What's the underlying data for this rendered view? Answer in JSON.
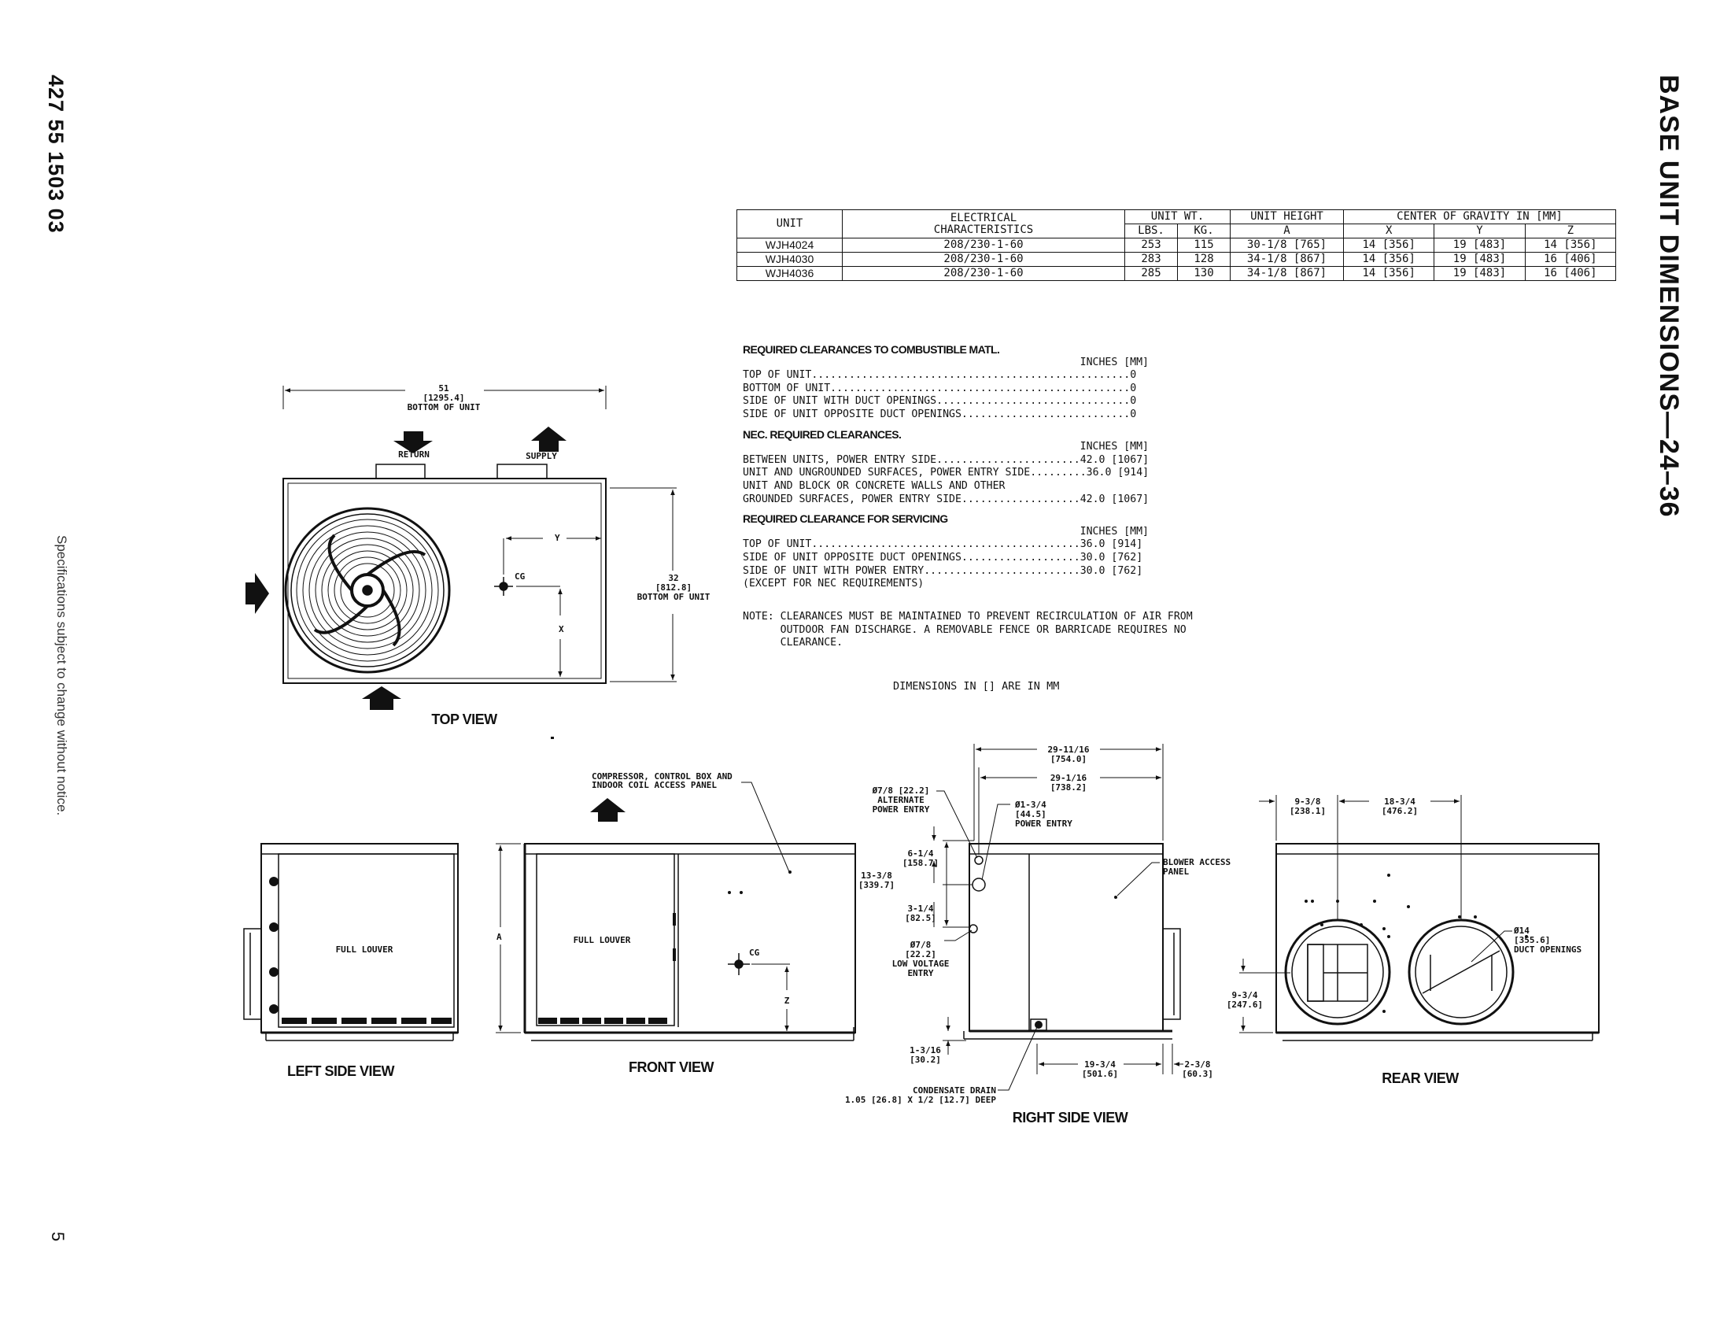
{
  "header": {
    "doc_number": "427 55 1503 03",
    "side_note": "Specifications subject to change without notice.",
    "page_number": "5",
    "title": "BASE UNIT DIMENSIONS—24–36"
  },
  "spec_table": {
    "headers": {
      "unit": "UNIT",
      "electrical_1": "ELECTRICAL",
      "electrical_2": "CHARACTERISTICS",
      "unit_wt": "UNIT WT.",
      "lbs": "LBS.",
      "kg": "KG.",
      "unit_height": "UNIT HEIGHT",
      "a": "A",
      "cog": "CENTER OF GRAVITY IN [MM]",
      "x": "X",
      "y": "Y",
      "z": "Z"
    },
    "rows": [
      {
        "unit": "WJH4024",
        "elec": "208/230-1-60",
        "lbs": "253",
        "kg": "115",
        "height": "30-1/8 [765]",
        "x": "14 [356]",
        "y": "19 [483]",
        "z": "14 [356]"
      },
      {
        "unit": "WJH4030",
        "elec": "208/230-1-60",
        "lbs": "283",
        "kg": "128",
        "height": "34-1/8 [867]",
        "x": "14 [356]",
        "y": "19 [483]",
        "z": "16 [406]"
      },
      {
        "unit": "WJH4036",
        "elec": "208/230-1-60",
        "lbs": "285",
        "kg": "130",
        "height": "34-1/8 [867]",
        "x": "14 [356]",
        "y": "19 [483]",
        "z": "16 [406]"
      }
    ]
  },
  "clearances": {
    "combustible": {
      "heading": "REQUIRED CLEARANCES TO COMBUSTIBLE MATL.",
      "units": "INCHES [MM]",
      "lines": [
        "TOP OF UNIT...................................................0",
        "BOTTOM OF UNIT................................................0",
        "SIDE OF UNIT WITH DUCT OPENINGS...............................0",
        "SIDE OF UNIT OPPOSITE DUCT OPENINGS...........................0"
      ]
    },
    "nec": {
      "heading": "NEC. REQUIRED CLEARANCES.",
      "units": "INCHES [MM]",
      "lines": [
        "BETWEEN UNITS, POWER ENTRY SIDE.......................42.0 [1067]",
        "UNIT AND UNGROUNDED SURFACES, POWER ENTRY SIDE.........36.0 [914]",
        "UNIT AND BLOCK OR CONCRETE WALLS AND OTHER",
        "GROUNDED SURFACES, POWER ENTRY SIDE...................42.0 [1067]"
      ]
    },
    "servicing": {
      "heading": "REQUIRED CLEARANCE FOR SERVICING",
      "units": "INCHES [MM]",
      "lines": [
        "TOP OF UNIT...........................................36.0 [914]",
        "SIDE OF UNIT OPPOSITE DUCT OPENINGS...................30.0 [762]",
        "SIDE OF UNIT WITH POWER ENTRY.........................30.0 [762]",
        "(EXCEPT FOR NEC REQUIREMENTS)"
      ]
    },
    "note": "NOTE: CLEARANCES MUST BE MAINTAINED TO PREVENT RECIRCULATION OF AIR FROM\n      OUTDOOR FAN DISCHARGE. A REMOVABLE FENCE OR BARRICADE REQUIRES NO\n      CLEARANCE.",
    "dims_note": "DIMENSIONS IN [] ARE IN MM"
  },
  "top_view": {
    "label": "TOP VIEW",
    "width_dim": "51",
    "width_dim_mm": "[1295.4]",
    "width_dim_note": "BOTTOM OF UNIT",
    "depth_dim": "32",
    "depth_dim_mm": "[812.8]",
    "depth_dim_note": "BOTTOM OF UNIT",
    "return_label": "RETURN",
    "supply_label": "SUPPLY",
    "cg_label": "CG",
    "x_label": "X",
    "y_label": "Y"
  },
  "left_view": {
    "label": "LEFT SIDE VIEW",
    "louver": "FULL LOUVER"
  },
  "front_view": {
    "label": "FRONT VIEW",
    "louver": "FULL LOUVER",
    "access_note_1": "COMPRESSOR, CONTROL BOX AND",
    "access_note_2": "INDOOR COIL ACCESS PANEL",
    "cg_label": "CG",
    "a_label": "A",
    "z_label": "Z"
  },
  "right_view": {
    "label": "RIGHT SIDE VIEW",
    "dim_top1": "29-11/16",
    "dim_top1_mm": "[754.0]",
    "dim_top2": "29-1/16",
    "dim_top2_mm": "[738.2]",
    "alt_power_1": "Ø7/8 [22.2]",
    "alt_power_2": "ALTERNATE",
    "alt_power_3": "POWER ENTRY",
    "power_1": "Ø1-3/4",
    "power_2": "[44.5]",
    "power_3": "POWER ENTRY",
    "dim_614": "6-1/4",
    "dim_614_mm": "[158.7]",
    "dim_1338": "13-3/8",
    "dim_1338_mm": "[339.7]",
    "dim_314": "3-1/4",
    "dim_314_mm": "[82.5]",
    "lv_1": "Ø7/8",
    "lv_2": "[22.2]",
    "lv_3": "LOW VOLTAGE",
    "lv_4": "ENTRY",
    "blower_1": "BLOWER ACCESS",
    "blower_2": "PANEL",
    "dim_1316": "1-3/16",
    "dim_1316_mm": "[30.2]",
    "dim_1934": "19-3/4",
    "dim_1934_mm": "[501.6]",
    "dim_238": "2-3/8",
    "dim_238_mm": "[60.3]",
    "drain_1": "CONDENSATE DRAIN",
    "drain_2": "1.05 [26.8] X 1/2 [12.7] DEEP"
  },
  "rear_view": {
    "label": "REAR VIEW",
    "dim_938": "9-3/8",
    "dim_938_mm": "[238.1]",
    "dim_1834": "18-3/4",
    "dim_1834_mm": "[476.2]",
    "duct_1": "Ø14",
    "duct_2": "[355.6]",
    "duct_3": "DUCT OPENINGS",
    "dim_934": "9-3/4",
    "dim_934_mm": "[247.6]"
  }
}
